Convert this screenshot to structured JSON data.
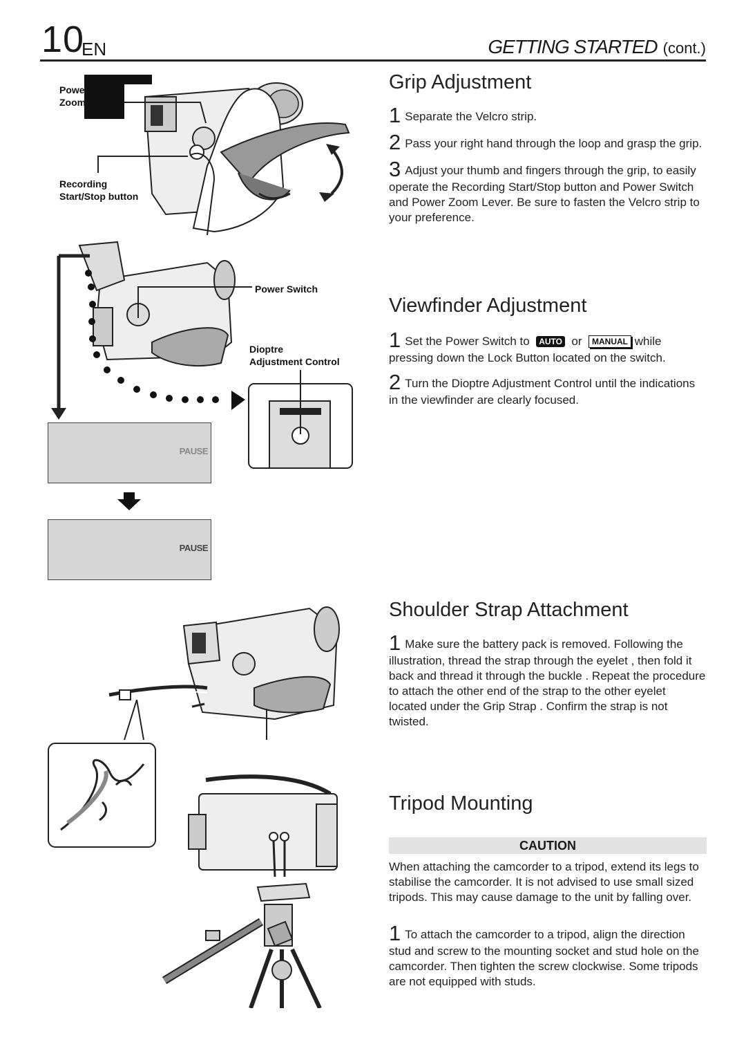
{
  "header": {
    "page_number": "10",
    "language": "EN",
    "section_title": "GETTING STARTED",
    "cont_label": "(cont.)"
  },
  "labels": {
    "power_zoom_line1": "Power",
    "power_zoom_line2": "Zoom",
    "rec_line1": "Recording",
    "rec_line2": "Start/Stop button",
    "power_switch": "Power Switch",
    "dioptre_line1": "Dioptre",
    "dioptre_line2": "Adjustment Control",
    "pause1": "PAUSE",
    "pause2": "PAUSE"
  },
  "grip": {
    "title": "Grip Adjustment",
    "steps": [
      {
        "n": "1",
        "text": "Separate the Velcro strip."
      },
      {
        "n": "2",
        "text": "Pass your right hand through the loop and grasp the grip."
      },
      {
        "n": "3",
        "text": "Adjust your thumb and fingers through the grip, to easily operate the Recording Start/Stop button and Power Switch and Power Zoom Lever. Be sure to fasten the Velcro strip to your preference."
      }
    ]
  },
  "viewfinder": {
    "title": "Viewfinder Adjustment",
    "step1_n": "1",
    "step1_a": "Set the Power Switch to",
    "auto_badge": "AUTO",
    "or_text": "or",
    "manual_badge": "MANUAL",
    "step1_b": "while pressing down the Lock Button located on the switch.",
    "step2_n": "2",
    "step2": "Turn the Dioptre Adjustment Control until the indications in the viewfinder are clearly focused."
  },
  "shoulder": {
    "title": "Shoulder Strap Attachment",
    "step_n": "1",
    "step_text": "Make sure the battery pack is removed. Following the illustration, thread the strap through the eyelet , then fold it back and thread it through the buckle . Repeat the procedure to attach the other end of the strap to the other eyelet located under the Grip Strap . Confirm the strap is not twisted."
  },
  "tripod": {
    "title": "Tripod Mounting",
    "caution_label": "CAUTION",
    "caution_text": "When attaching the camcorder to a tripod, extend its legs to stabilise the camcorder. It is not advised to use small sized tripods. This may cause damage to the unit by falling over.",
    "step_n": "1",
    "step_text": "To attach the camcorder to a tripod, align the direction stud and screw to the mounting socket and stud hole on the camcorder. Then tighten the screw clockwise. Some tripods are not equipped with studs."
  }
}
